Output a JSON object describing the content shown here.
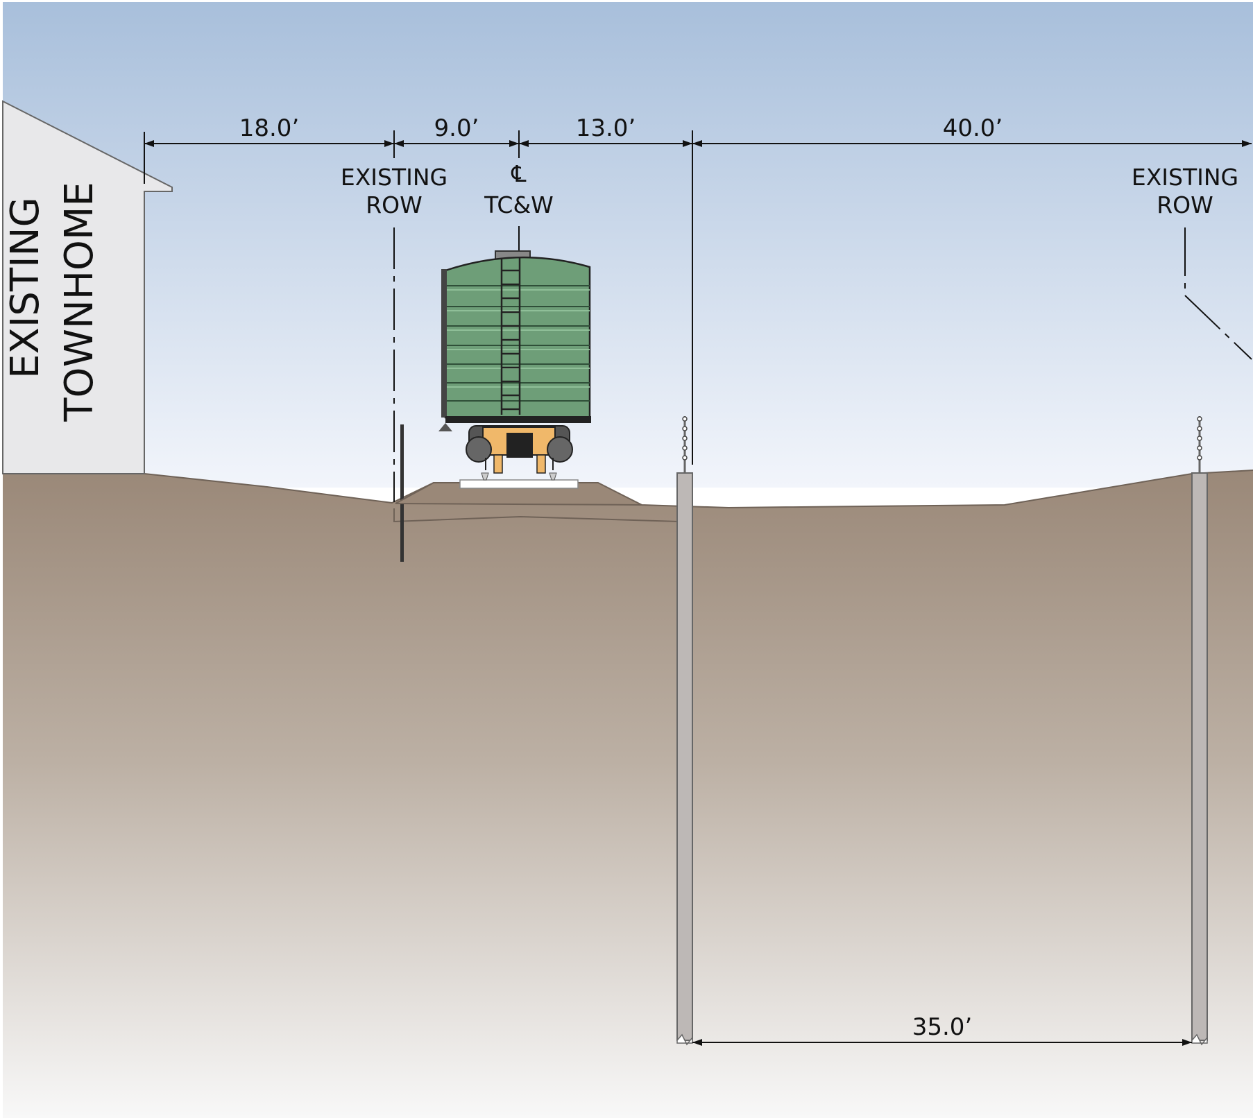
{
  "building": {
    "line1": "EXISTING",
    "line2": "TOWNHOME"
  },
  "dimensions": {
    "d1": "18.0’",
    "d2": "9.0’",
    "d3": "13.0’",
    "d4": "40.0’",
    "d5": "35.0’"
  },
  "labels": {
    "row_left_line1": "EXISTING",
    "row_left_line2": "ROW",
    "centerline_symbol": "℄",
    "centerline_name": "TC&W",
    "row_right_line1": "EXISTING",
    "row_right_line2": "ROW"
  },
  "colors": {
    "sky_top": "#a8bfdb",
    "sky_bottom": "#f2f5fb",
    "ground_top": "#9a8878",
    "ground_bottom": "#f8f8f8",
    "railcar_body": "#6e9e78",
    "truck": "#f0b86a",
    "wall": "#bdb8b6",
    "building": "#e8e8ea"
  }
}
